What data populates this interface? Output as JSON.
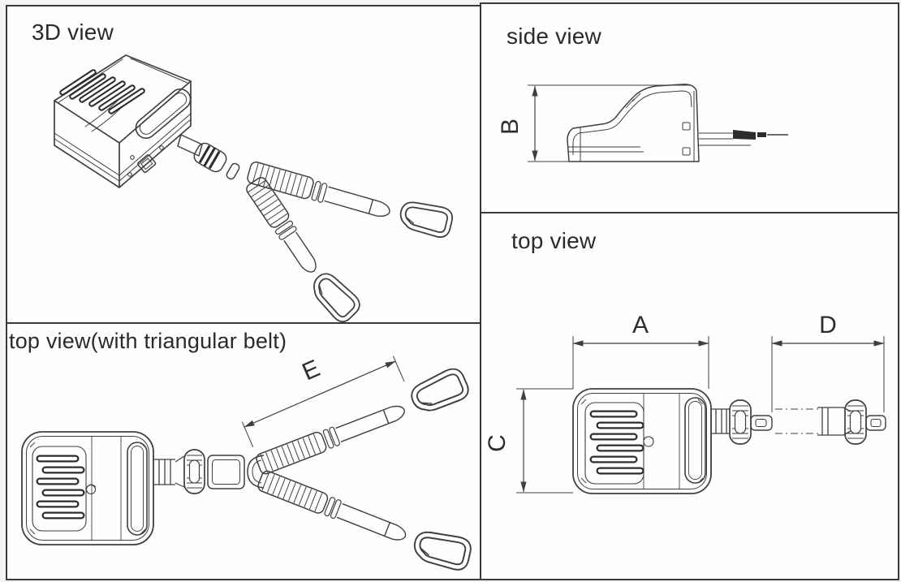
{
  "sheet_type": "technical-drawing",
  "colors": {
    "line": "#3f3f3f",
    "line_heavy": "#2c2c2c",
    "panel_border": "#3a3a3a",
    "panel_background": "#fefefe",
    "page_background": "#f3f3f3",
    "text": "#2b2b2b"
  },
  "panels": {
    "view_3d": {
      "title": "3D view"
    },
    "side_view": {
      "title": "side view",
      "dim_b": "B"
    },
    "top_view": {
      "title": "top view",
      "dim_a": "A",
      "dim_c": "C",
      "dim_d": "D"
    },
    "top_view_belt": {
      "title": "top view(with triangular belt)",
      "dim_e": "E"
    }
  }
}
